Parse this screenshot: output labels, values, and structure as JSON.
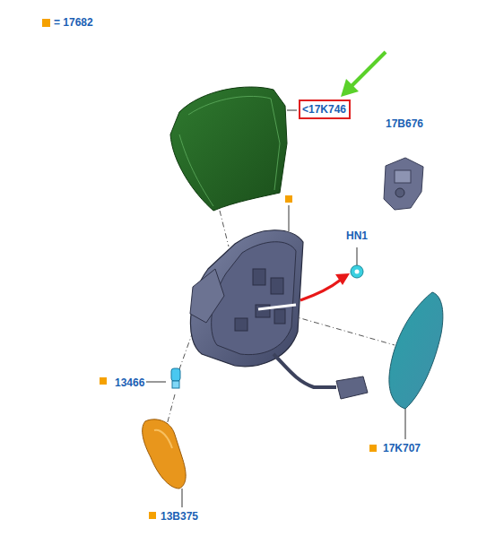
{
  "diagram": {
    "nodes": [
      {
        "text": [
          "<17K746"
        ]
      }
    ],
    "labels": [
      "17B676",
      "HN1",
      "13466",
      "17K707",
      "13B375"
    ],
    "legend": [
      {
        "text": "= 17682",
        "color": "#f5a100"
      }
    ]
  }
}
